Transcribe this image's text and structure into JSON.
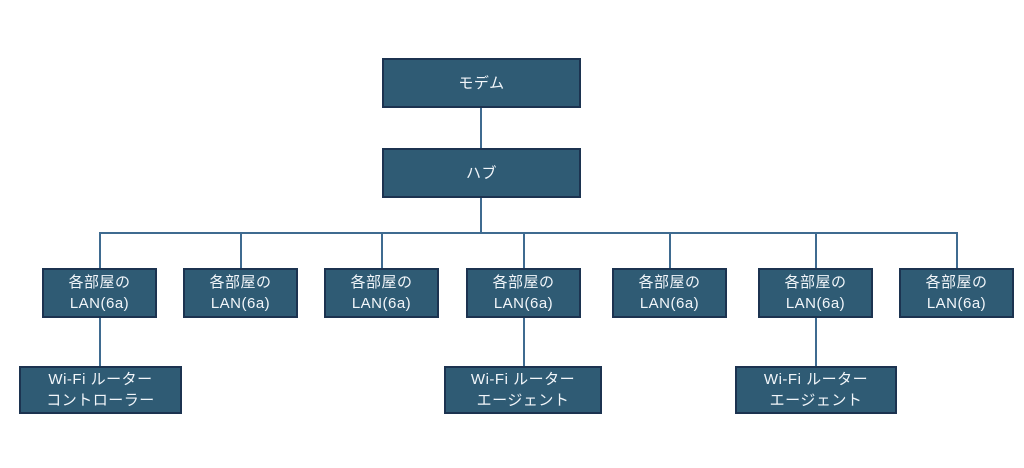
{
  "colors": {
    "node_fill": "#2f5b74",
    "node_border": "#1c3350",
    "node_text": "#f2f6fa",
    "connector": "#3f6b90",
    "background": "#ffffff"
  },
  "nodes": {
    "modem": {
      "label": "モデム"
    },
    "hub": {
      "label": "ハブ"
    },
    "lan": [
      {
        "line1": "各部屋の",
        "line2": "LAN(6a)"
      },
      {
        "line1": "各部屋の",
        "line2": "LAN(6a)"
      },
      {
        "line1": "各部屋の",
        "line2": "LAN(6a)"
      },
      {
        "line1": "各部屋の",
        "line2": "LAN(6a)"
      },
      {
        "line1": "各部屋の",
        "line2": "LAN(6a)"
      },
      {
        "line1": "各部屋の",
        "line2": "LAN(6a)"
      },
      {
        "line1": "各部屋の",
        "line2": "LAN(6a)"
      }
    ],
    "wifi_controller": {
      "line1": "Wi-Fi ルーター",
      "line2": "コントローラー"
    },
    "wifi_agent_left": {
      "line1": "Wi-Fi ルーター",
      "line2": "エージェント"
    },
    "wifi_agent_right": {
      "line1": "Wi-Fi ルーター",
      "line2": "エージェント"
    }
  },
  "edges": [
    {
      "from": "modem",
      "to": "hub"
    },
    {
      "from": "hub",
      "to": "lan-1"
    },
    {
      "from": "hub",
      "to": "lan-2"
    },
    {
      "from": "hub",
      "to": "lan-3"
    },
    {
      "from": "hub",
      "to": "lan-4"
    },
    {
      "from": "hub",
      "to": "lan-5"
    },
    {
      "from": "hub",
      "to": "lan-6"
    },
    {
      "from": "hub",
      "to": "lan-7"
    },
    {
      "from": "lan-1",
      "to": "wifi_controller"
    },
    {
      "from": "lan-4",
      "to": "wifi_agent_left"
    },
    {
      "from": "lan-6",
      "to": "wifi_agent_right"
    }
  ]
}
